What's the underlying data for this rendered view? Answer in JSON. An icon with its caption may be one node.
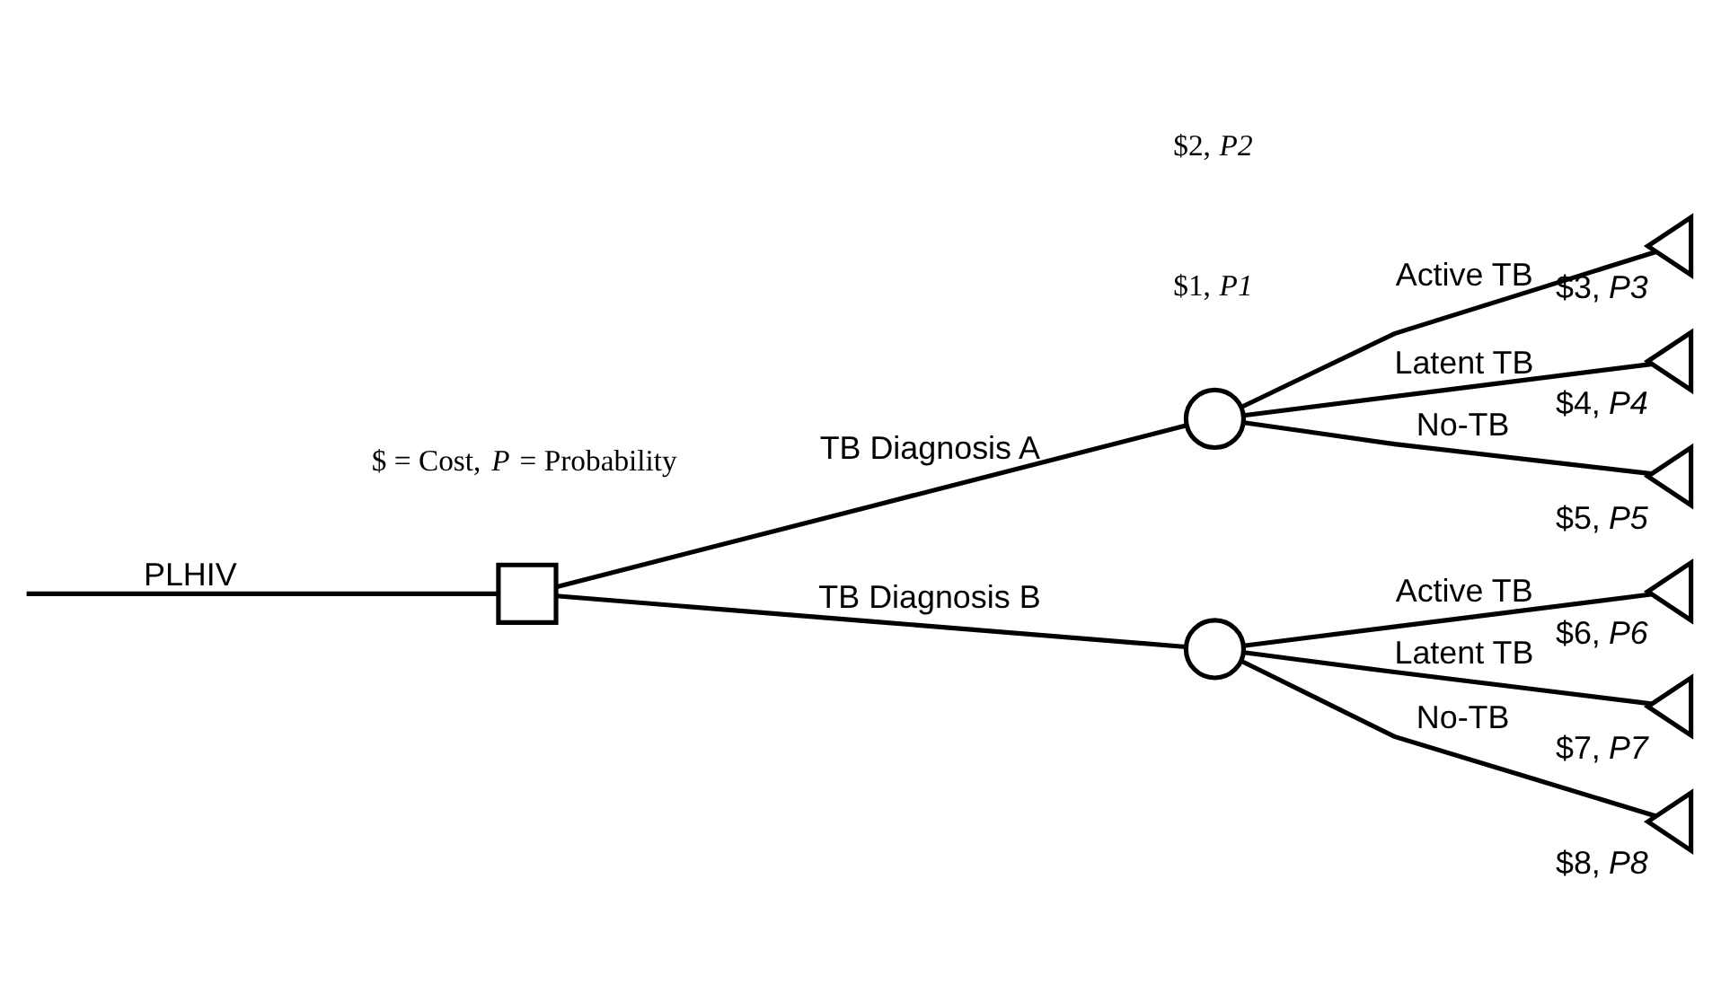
{
  "diagram": {
    "nodes": [
      {
        "text": [],
        "shape": "box"
      },
      {
        "text": [],
        "shape": "circle"
      },
      {
        "text": [],
        "shape": "circle"
      },
      {
        "text": [],
        "shape": "triangle",
        "beside": [
          "$3, *P3*"
        ]
      },
      {
        "text": [],
        "shape": "triangle",
        "beside": [
          "$4, *P4*"
        ]
      },
      {
        "text": [],
        "shape": "triangle",
        "beside": [
          "$5, *P5*"
        ]
      },
      {
        "text": [],
        "shape": "triangle",
        "beside": [
          "$6, *P6*"
        ]
      },
      {
        "text": [],
        "shape": "triangle",
        "beside": [
          "$7, *P7*"
        ]
      },
      {
        "text": [],
        "shape": "triangle",
        "beside": [
          "$8, *P8*"
        ]
      }
    ],
    "edges": [
      {
        "from": null,
        "to": 0,
        "arrow": "none",
        "label": "PLHIV"
      },
      {
        "from": 0,
        "to": 1,
        "arrow": "none",
        "label": "TB Diagnosis A"
      },
      {
        "from": 0,
        "to": 2,
        "arrow": "none",
        "label": "TB Diagnosis B"
      },
      {
        "from": 1,
        "to": 3,
        "arrow": "none",
        "label": "Active TB"
      },
      {
        "from": 1,
        "to": 4,
        "arrow": "none",
        "label": "Latent TB"
      },
      {
        "from": 1,
        "to": 5,
        "arrow": "none",
        "label": "No-TB"
      },
      {
        "from": 2,
        "to": 6,
        "arrow": "none",
        "label": "Active TB"
      },
      {
        "from": 2,
        "to": 7,
        "arrow": "none",
        "label": "Latent TB"
      },
      {
        "from": 2,
        "to": 8,
        "arrow": "none",
        "label": "No-TB"
      }
    ],
    "labels": [
      "$1, *P1*",
      "$2, *P2*",
      "$ = Cost, *P* = Probability"
    ]
  }
}
